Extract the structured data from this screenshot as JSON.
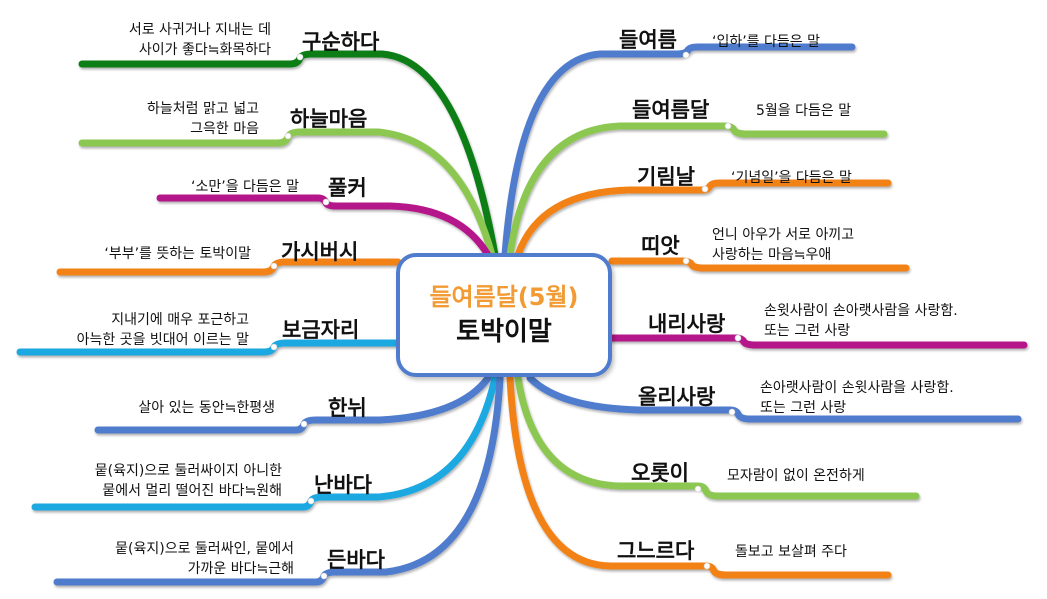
{
  "center": {
    "title": "들여름달(5월)",
    "subtitle": "토박이말",
    "title_color": "#f29b34",
    "border_color": "#4f7ccd"
  },
  "colors": {
    "dark_green": "#0a7d13",
    "light_green": "#8cc751",
    "magenta": "#b5138a",
    "orange": "#f28218",
    "cyan": "#1aa8e0",
    "blue": "#4f7ccd"
  },
  "left_branches": [
    {
      "word": "구순하다",
      "definition_lines": [
        "서로 사귀거나 지내는 데",
        "사이가 좋다≒화목하다"
      ],
      "color": "#0a7d13"
    },
    {
      "word": "하늘마음",
      "definition_lines": [
        "하늘처럼 맑고 넓고",
        "그윽한 마음"
      ],
      "color": "#8cc751"
    },
    {
      "word": "풀커",
      "definition_lines": [
        "‘소만’을 다듬은 말"
      ],
      "color": "#b5138a"
    },
    {
      "word": "가시버시",
      "definition_lines": [
        "‘부부’를 뜻하는 토박이말"
      ],
      "color": "#f28218"
    },
    {
      "word": "보금자리",
      "definition_lines": [
        "지내기에 매우 포근하고",
        "아늑한 곳을 빗대어 이르는 말"
      ],
      "color": "#1aa8e0"
    },
    {
      "word": "한뉘",
      "definition_lines": [
        "살아 있는 동안≒한평생"
      ],
      "color": "#4f7ccd"
    },
    {
      "word": "난바다",
      "definition_lines": [
        "뭍(육지)으로 둘러싸이지 아니한",
        "뭍에서 멀리 떨어진 바다≒원해"
      ],
      "color": "#1aa8e0"
    },
    {
      "word": "든바다",
      "definition_lines": [
        "뭍(육지)으로 둘러싸인, 뭍에서",
        "가까운 바다≒근해"
      ],
      "color": "#4f7ccd"
    }
  ],
  "right_branches": [
    {
      "word": "들여름",
      "definition_lines": [
        "‘입하’를 다듬은 말"
      ],
      "color": "#4f7ccd"
    },
    {
      "word": "들여름달",
      "definition_lines": [
        "5월을 다듬은 말"
      ],
      "color": "#8cc751"
    },
    {
      "word": "기림날",
      "definition_lines": [
        "‘기념일’을 다듬은 말"
      ],
      "color": "#f28218"
    },
    {
      "word": "띠앗",
      "definition_lines": [
        "언니 아우가 서로 아끼고",
        "사랑하는 마음≒우애"
      ],
      "color": "#f28218"
    },
    {
      "word": "내리사랑",
      "definition_lines": [
        "손윗사람이 손아랫사람을 사랑함.",
        "또는 그런 사랑"
      ],
      "color": "#b5138a"
    },
    {
      "word": "올리사랑",
      "definition_lines": [
        "손아랫사람이 손윗사람을 사랑함.",
        "또는 그런 사랑"
      ],
      "color": "#4f7ccd"
    },
    {
      "word": "오롯이",
      "definition_lines": [
        "모자람이 없이 온전하게"
      ],
      "color": "#8cc751"
    },
    {
      "word": "그느르다",
      "definition_lines": [
        "돌보고 보살펴 주다"
      ],
      "color": "#f28218"
    }
  ]
}
